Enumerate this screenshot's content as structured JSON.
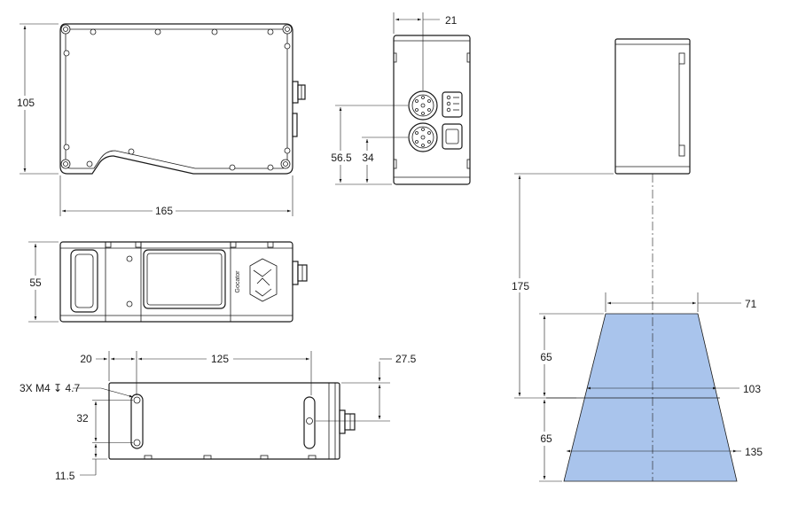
{
  "dimensions": {
    "top_view_height": "105",
    "top_view_width": "165",
    "front_view_depth": "21",
    "front_view_conn1_height": "56.5",
    "front_view_conn2_height": "34",
    "side_view_height": "55",
    "bottom_view_offset": "20",
    "bottom_view_spacing": "125",
    "bottom_view_right_offset": "27.5",
    "mount_holes_label": "3X M4",
    "mount_holes_depth_symbol": "↧",
    "mount_holes_depth": "4.7",
    "bottom_view_hole_spacing": "32",
    "bottom_view_bottom_offset": "11.5",
    "fov_distance": "175",
    "fov_near_width": "71",
    "fov_upper_depth": "65",
    "fov_mid_width": "103",
    "fov_lower_depth": "65",
    "fov_far_width": "135"
  },
  "colors": {
    "field_of_view": "#a9c4ec",
    "line": "#1a1a1a"
  },
  "logo": {
    "brand_vertical_text": "Gocator"
  }
}
